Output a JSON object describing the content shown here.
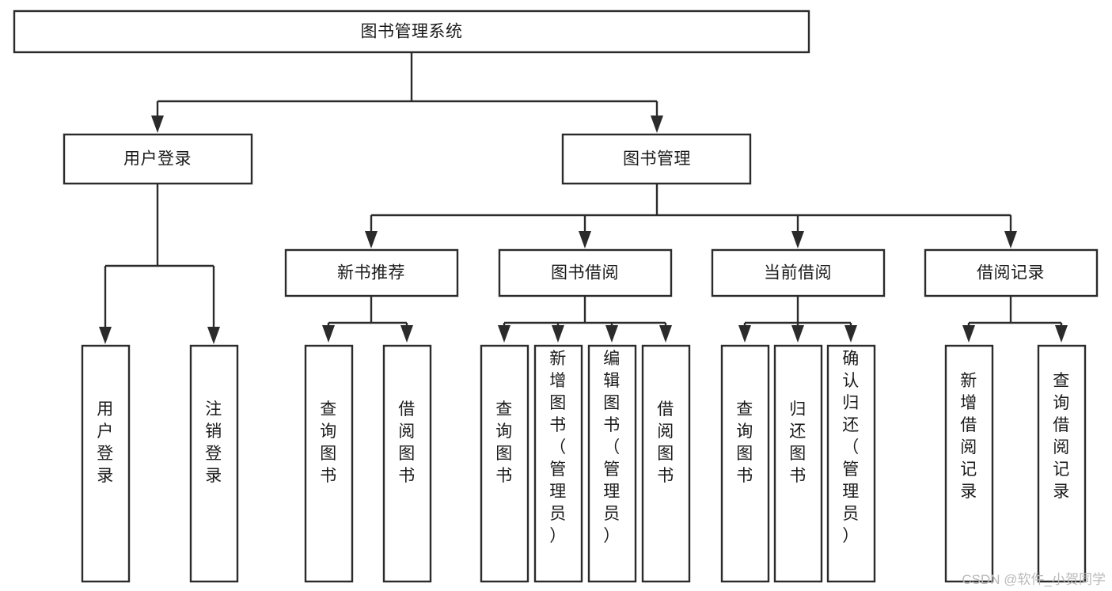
{
  "diagram": {
    "type": "tree",
    "title": "图书管理系统",
    "orientation": "top-down",
    "colors": {
      "box_fill": "#ffffff",
      "box_stroke": "#2b2b2b",
      "text": "#1a1a1a",
      "background": "#ffffff",
      "watermark": "#b9b9b9"
    },
    "root": {
      "label": "图书管理系统"
    },
    "level2": [
      {
        "id": "user-login",
        "label": "用户登录"
      },
      {
        "id": "book-manage",
        "label": "图书管理"
      }
    ],
    "level3": [
      {
        "id": "new-book-rec",
        "label": "新书推荐",
        "parent": "book-manage"
      },
      {
        "id": "book-borrow",
        "label": "图书借阅",
        "parent": "book-manage"
      },
      {
        "id": "current-borrow",
        "label": "当前借阅",
        "parent": "book-manage"
      },
      {
        "id": "borrow-record",
        "label": "借阅记录",
        "parent": "book-manage"
      }
    ],
    "leaves": {
      "user-login": [
        {
          "id": "leaf-user-login",
          "label": "用户登录"
        },
        {
          "id": "leaf-logout",
          "label": "注销登录"
        }
      ],
      "new-book-rec": [
        {
          "id": "leaf-query-book-1",
          "label": "查询图书"
        },
        {
          "id": "leaf-borrow-book-1",
          "label": "借阅图书"
        }
      ],
      "book-borrow": [
        {
          "id": "leaf-query-book-2",
          "label": "查询图书"
        },
        {
          "id": "leaf-add-book",
          "label": "新增图书（管理员）"
        },
        {
          "id": "leaf-edit-book",
          "label": "编辑图书（管理员）"
        },
        {
          "id": "leaf-borrow-book-2",
          "label": "借阅图书"
        }
      ],
      "current-borrow": [
        {
          "id": "leaf-query-book-3",
          "label": "查询图书"
        },
        {
          "id": "leaf-return-book",
          "label": "归还图书"
        },
        {
          "id": "leaf-confirm-return",
          "label": "确认归还（管理员）"
        }
      ],
      "borrow-record": [
        {
          "id": "leaf-add-record",
          "label": "新增借阅记录"
        },
        {
          "id": "leaf-query-record",
          "label": "查询借阅记录"
        }
      ]
    }
  },
  "watermark": {
    "label": "CSDN @软件_小贺同学"
  }
}
